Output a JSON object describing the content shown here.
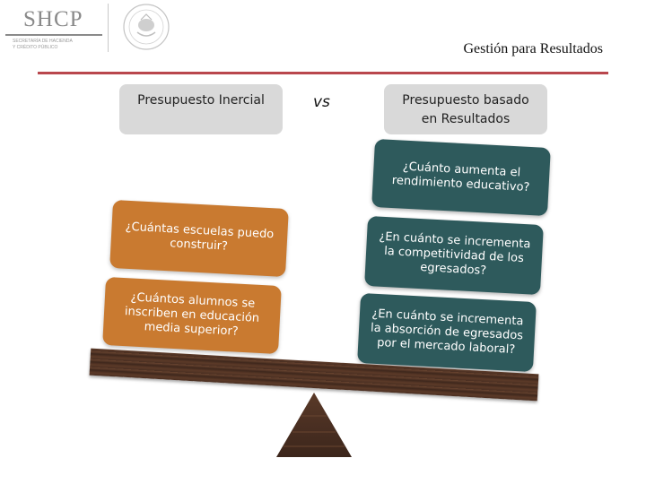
{
  "header": {
    "logo_text": "SHCP",
    "logo_sub_1": "SECRETARÍA DE HACIENDA",
    "logo_sub_2": "Y CRÉDITO PÚBLICO",
    "title": "Gestión para Resultados"
  },
  "comparison": {
    "left_label": "Presupuesto Inercial",
    "vs_label": "vs",
    "right_label_line1": "Presupuesto basado",
    "right_label_line2": "en Resultados"
  },
  "left_cards": [
    {
      "text": "¿Cuántas escuelas puedo construir?"
    },
    {
      "text": "¿Cuántos alumnos se inscriben en educación media superior?"
    }
  ],
  "right_cards": [
    {
      "text": "¿Cuánto aumenta el rendimiento educativo?"
    },
    {
      "text": "¿En cuánto se incrementa la competitividad de los egresados?"
    },
    {
      "text": "¿En cuánto se incrementa la absorción de egresados por el mercado laboral?"
    }
  ],
  "colors": {
    "accent_rule": "#b9474d",
    "left_card": "#c97a30",
    "right_card": "#2e5a5c",
    "header_box": "#d9d9d9"
  }
}
